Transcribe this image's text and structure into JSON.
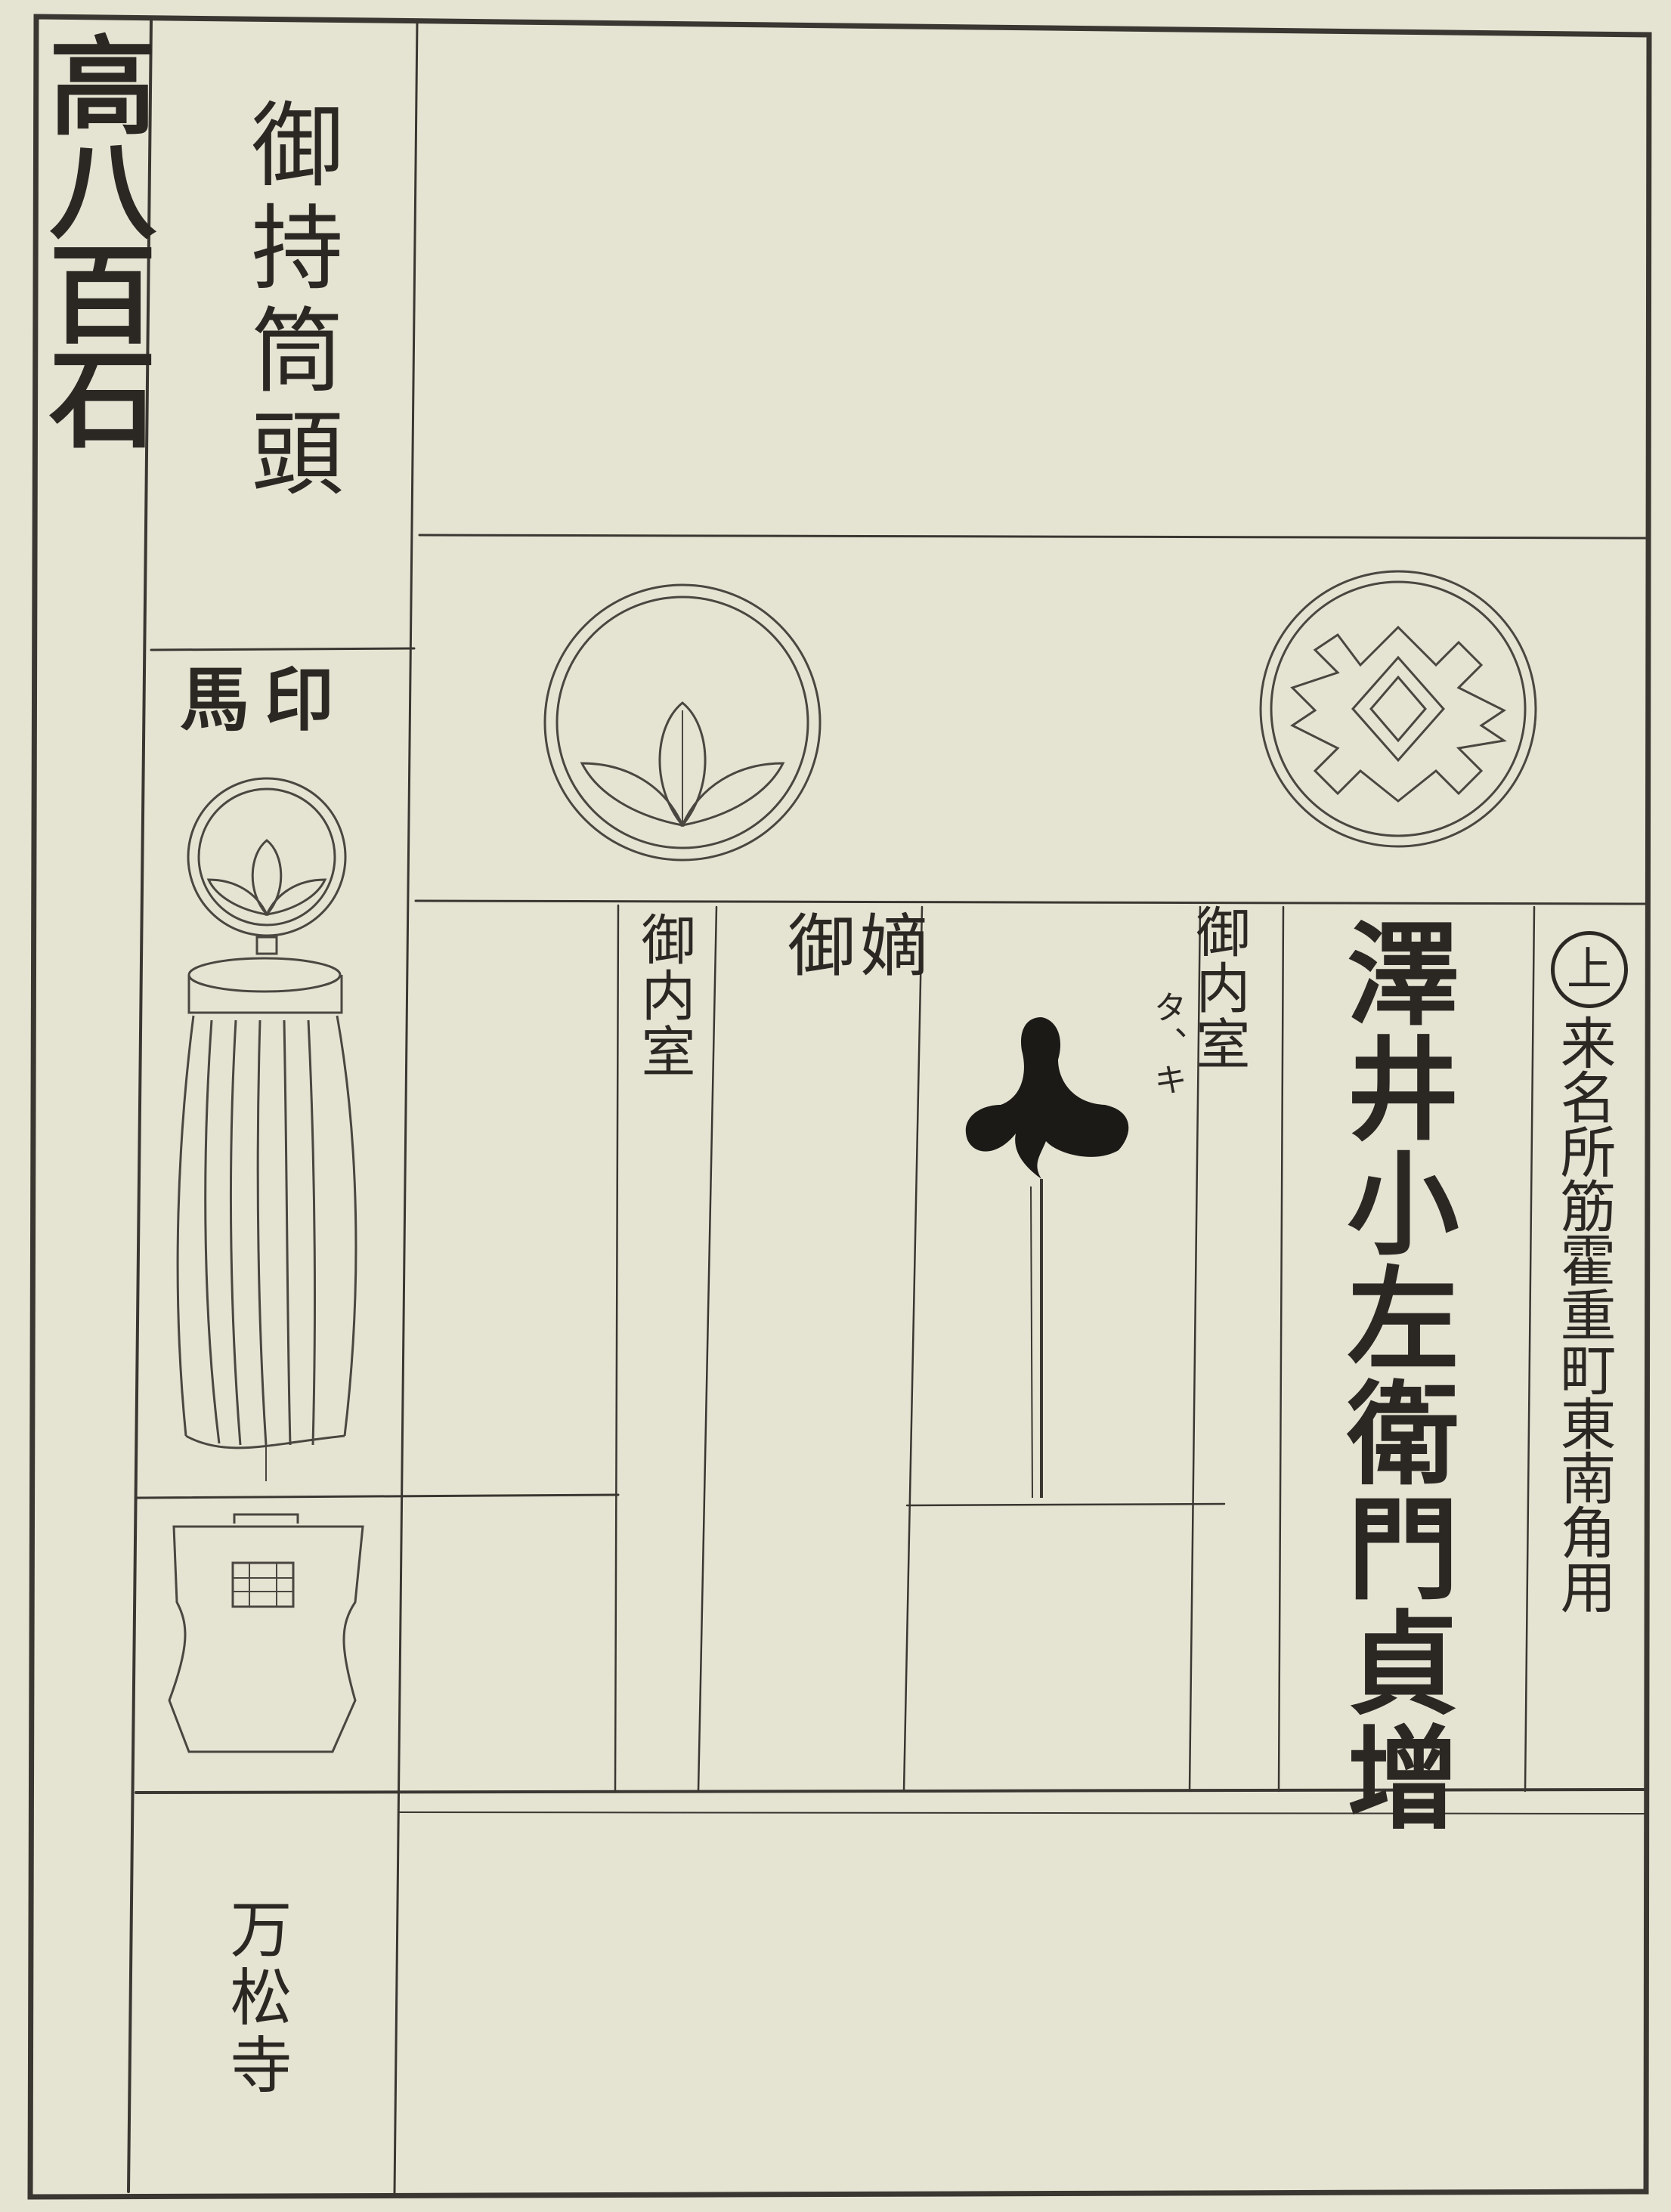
{
  "document": {
    "rank": "高八百石",
    "title": "御持筒頭",
    "umajirushi_label": "馬印",
    "left_house": {
      "wife_label": "御内室",
      "heir_label": "御嫡"
    },
    "right_house": {
      "wife_label": "御内室",
      "name": "澤井小左衛門貞增",
      "rank_mark": "上",
      "address": "来名所筋霍重町東南角用"
    },
    "tree_annotation": "タ、キ",
    "temple": "万松寺"
  },
  "icons": [
    "crest-leaf-icon",
    "crest-lattice-icon",
    "umajirushi-standard-icon",
    "tree-pine-icon",
    "box-emblem-icon"
  ],
  "colors": {
    "paper": "#e5e4d3",
    "ink": "#2b2824"
  }
}
